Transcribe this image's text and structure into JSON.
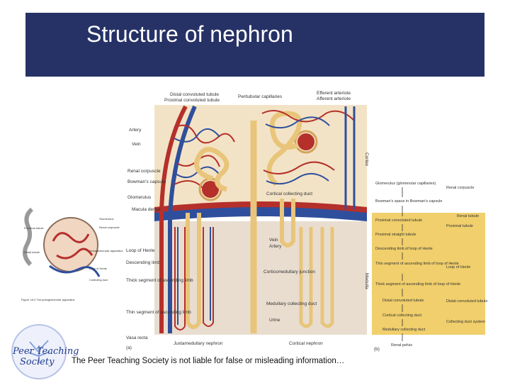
{
  "slide": {
    "title": "Structure of nephron",
    "footer": "The Peer Teaching Society is not liable for false or misleading information…",
    "logo": {
      "line1": "Peer Teaching",
      "line2": "Society"
    }
  },
  "colors": {
    "title_bar": "#263266",
    "artery": "#b5302a",
    "vein": "#2f4f9c",
    "tubule": "#e8c57a",
    "cortex_bg": "#f3e3c6",
    "medulla_bg": "#e9ddd0",
    "flow_box": "#f0cf6c"
  },
  "labels": {
    "top": [
      "Distal convoluted tubule",
      "Proximal convoluted tubule",
      "Peritubular capillaries",
      "Efferent arteriole",
      "Afferent arteriole"
    ],
    "left": [
      "Artery",
      "Vein",
      "Renal corpuscle",
      "Bowman's capsule",
      "Glomerulus",
      "Macula densa",
      "Loop of Henle",
      "Descending limb",
      "Thick segment of ascending limb",
      "Thin segment of ascending limb",
      "Vasa recta"
    ],
    "center": [
      "Cortical collecting duct",
      "Vein",
      "Artery",
      "Corticomedullary junction",
      "Medullary collecting duct",
      "Urine"
    ],
    "bottom": [
      "(a)",
      "Juxtamedullary nephron",
      "Cortical nephron",
      "(b)"
    ],
    "side": {
      "cortex": "Cortex",
      "medulla": "Medulla"
    }
  },
  "flow": {
    "top_items": [
      "Glomerulus (glomerular capillaries)",
      "Bowman's space in Bowman's capsule"
    ],
    "top_group": "Renal corpuscle",
    "renal_tubule": "Renal tubule",
    "items": [
      "Proximal convoluted tubule",
      "Proximal straight tubule",
      "Descending limb of loop of Henle",
      "Thin segment of ascending limb of loop of Henle",
      "Thick segment of ascending limb of loop of Henle",
      "Distal convoluted tubule",
      "Cortical collecting duct",
      "Medullary collecting duct",
      "Renal pelvis"
    ],
    "groups": [
      "Proximal tubule",
      "Loop of Henle",
      "Distal convoluted tubule",
      "Collecting duct system"
    ]
  },
  "inset": {
    "labels": [
      "Glomerulus",
      "Renal corpuscle",
      "Proximal tubule",
      "Distal tubule",
      "Juxtaglomerular apparatus",
      "Loop of Henle",
      "Collecting duct"
    ],
    "caption": "Figure 18.3 The juxtaglomerular apparatus"
  }
}
